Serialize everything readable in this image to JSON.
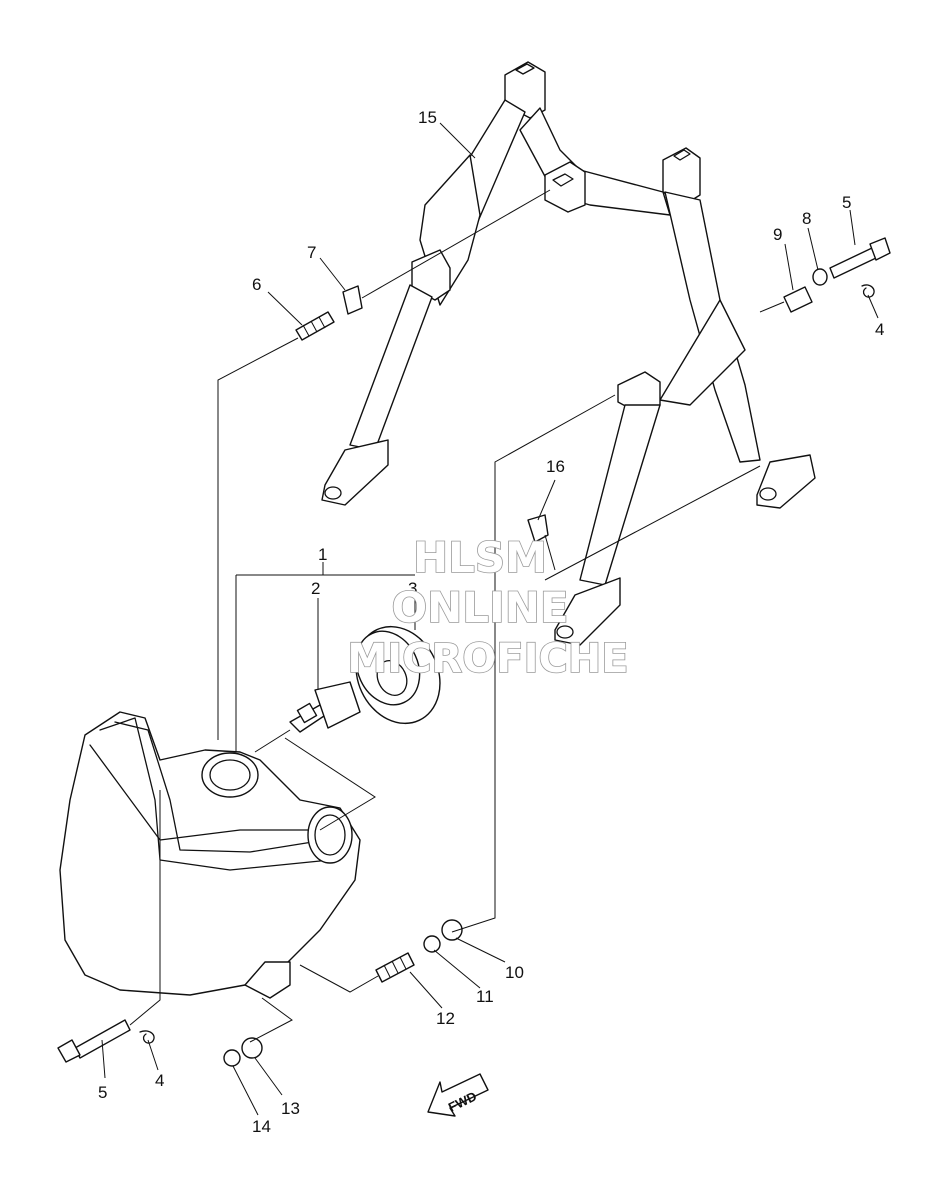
{
  "callouts": {
    "c1": "1",
    "c2": "2",
    "c3": "3",
    "c4a": "4",
    "c4b": "4",
    "c5a": "5",
    "c5b": "5",
    "c6": "6",
    "c7": "7",
    "c8": "8",
    "c9": "9",
    "c10": "10",
    "c11": "11",
    "c12": "12",
    "c13": "13",
    "c14": "14",
    "c15": "15",
    "c16": "16"
  },
  "watermark": {
    "line1": "HLSM",
    "line2": "ONLINE",
    "line3": "MICROFICHE",
    "color": "#9a9a9a"
  },
  "fwd_label": "FWD"
}
